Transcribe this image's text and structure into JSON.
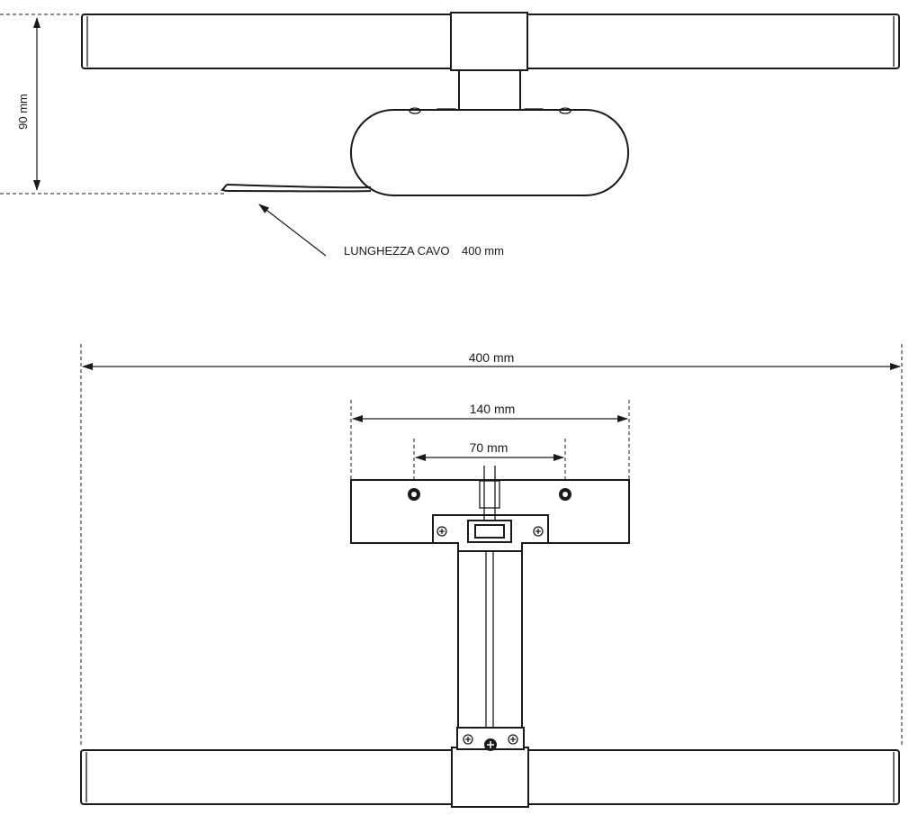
{
  "top_view": {
    "height_label": "90 mm",
    "cable_label": "LUNGHEZZA CAVO",
    "cable_length": "400 mm"
  },
  "bottom_view": {
    "total_width_label": "400 mm",
    "plate_width_label": "140 mm",
    "hole_spacing_label": "70 mm"
  },
  "colors": {
    "line": "#1a1a1a",
    "background": "#ffffff"
  }
}
